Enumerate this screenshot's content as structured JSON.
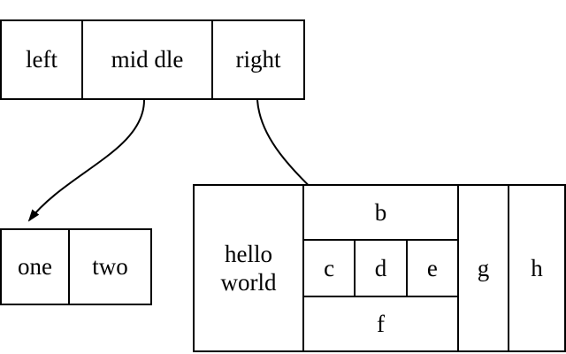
{
  "diagram": {
    "kind": "record-node graph",
    "colors": {
      "background": "#ffffff",
      "line": "#000000",
      "text": "#000000"
    }
  },
  "struct1": {
    "cells": [
      "left",
      "mid dle",
      "right"
    ]
  },
  "struct2": {
    "cells": [
      "one",
      "two"
    ]
  },
  "struct3": {
    "cells": {
      "hello_world": "hello\nworld",
      "b": "b",
      "c": "c",
      "d": "d",
      "e": "e",
      "f": "f",
      "g": "g",
      "h": "h"
    }
  },
  "edges": [
    {
      "from": "struct1: mid dle",
      "to": "struct2: one"
    },
    {
      "from": "struct1: right",
      "to": "struct3: d"
    }
  ]
}
